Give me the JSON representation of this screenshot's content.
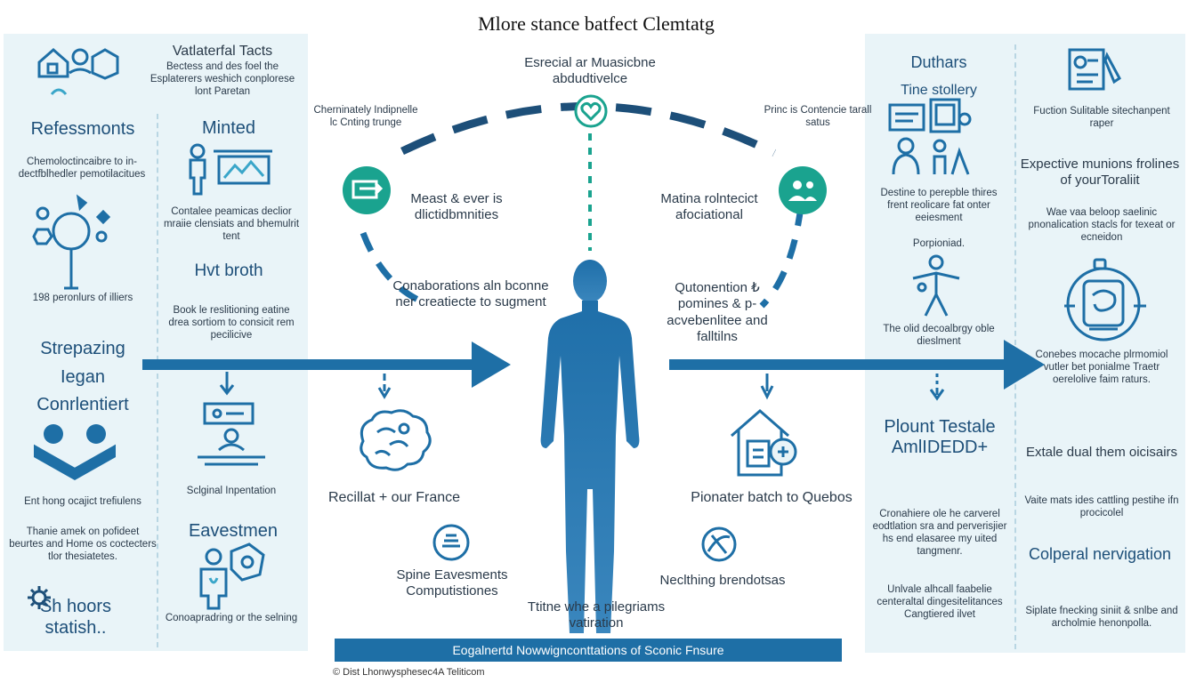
{
  "title": "Mlore stance batfect Clemtatg",
  "footer_credit": "© Dist Lhonwysphesec4A Teliticom",
  "bottom_banner": "Eogalnertd Nowwignconttations of Sconic Fnsure",
  "colors": {
    "primary": "#1e6fa6",
    "teal": "#1aa38f",
    "panel": "#e9f4f8",
    "dark_blue": "#1d4f79"
  },
  "left": {
    "col1": {
      "h1": "Vatlaterfal Tacts",
      "p1": "Bectess and des foel the Esplaterers weshich conplorese lont Paretan",
      "h2": "Refessmonts",
      "p2": "Chemoloctincaibre to in-dectfblhedler pemotilacitues",
      "p3": "198 peronlurs of illiers",
      "h3a": "Strepazing",
      "h3b": "Iegan",
      "h3c": "Conrlentiert",
      "p4": "Ent hong ocajict trefiulens",
      "p5": "Thanie amek on pofideet beurtes and Home os coctecters tlor thesiatetes.",
      "h4": "Sh hoors statish.."
    },
    "col2": {
      "h1": "Minted",
      "p1": "Contalee peamicas declior mraiie clensiats and bhemulrit tent",
      "h2": "Hvt broth",
      "p2": "Book le reslitioning eatine drea sortiom to consicit rem pecilicive",
      "p3": "Sclginal Inpentation",
      "h3": "Eavestmen",
      "p4": "Conoapradring or the selning"
    }
  },
  "center": {
    "arc_top": "Esrecial ar Muasicbne abdudtivelce",
    "arc_left": "Cherninately Indipnelle lc Cnting trunge",
    "arc_right": "Princ is Contencie tarall satus",
    "node_left": "Meast & ever is dlictidbmnities",
    "node_right": "Matina rolntecict afociational",
    "mid_left": "Conaborations aln bconne ner creatiecte to sugment",
    "mid_right": "Qutonention ₺ pomines & p-acvebenlitee and falltilns",
    "lower_left": "Recillat + our France",
    "lower_right": "Pionater batch to Quebos",
    "bottom_left": "Spine Eavesments Computistiones",
    "bottom_right": "Neclthing brendotsas",
    "bottom_center": "Ttitne whe a pilegriams vatiration"
  },
  "right": {
    "col1": {
      "h1": "Duthars",
      "h2": "Tine stollery",
      "p1": "Destine to perepble thires frent reolicare fat onter eeiesment",
      "p2": "Porpioniad.",
      "p3": "The olid decoalbrgy oble dieslment",
      "h3a": "Plount Testale",
      "h3b": "AmlIDEDD+",
      "p4": "Cronahiere ole he carverel eodtlation sra and perverisjier hs end elasaree my uited tangmenr.",
      "p5": "Unlvale alhcall faabelie centeraltal dingesitelitances Cangtiered ilvet"
    },
    "col2": {
      "p1": "Fuction Sulitable sitechanpent raper",
      "h1": "Expective munions frolines of yourToraliit",
      "p2": "Wae vaa beloop saelinic pnonalication stacls for texeat or ecneidon",
      "p3": "Conebes mocache plrmomiol vutler bet ponialme Traetr oerelolive faim raturs.",
      "h2": "Extale dual them oicisairs",
      "p4": "Vaite mats ides cattling pestihe ifn procicolel",
      "h3": "Colperal nervigation",
      "p5": "Siplate fnecking siniit & snlbe and archolmie henonpolla."
    }
  }
}
